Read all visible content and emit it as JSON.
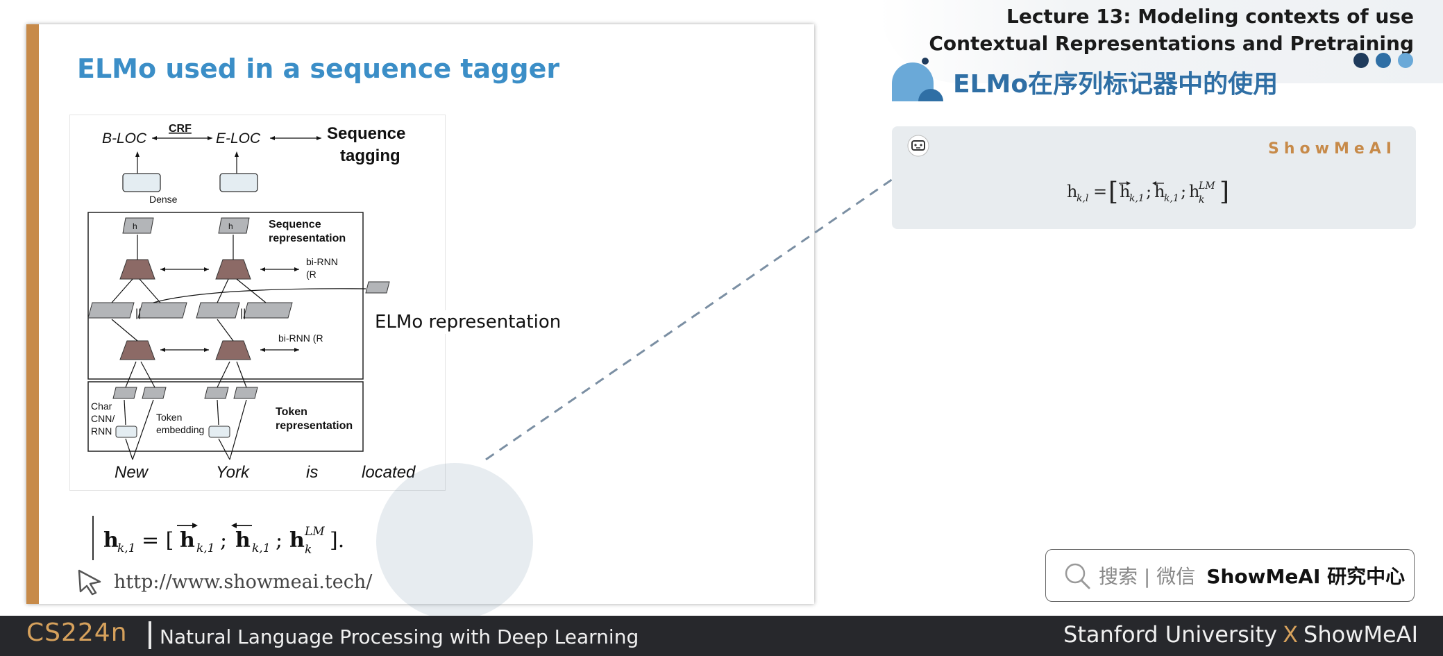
{
  "header": {
    "lecture_title": "Lecture 13:  Modeling contexts of use Contextual Representations and Pretraining",
    "section_title": "ELMo在序列标记器中的使用",
    "dot_colors": [
      "#1f3b5c",
      "#2f6fa5",
      "#6aa9d8"
    ]
  },
  "slide": {
    "title": "ELMo used in a sequence tagger",
    "elmo_label": "ELMo representation",
    "formula": "h_{k,1} = [→h_{k,1}; ←h_{k,1}; h_k^{LM}].",
    "url": "http://www.showmeai.tech/",
    "accent_color": "#c78a49",
    "title_color": "#3b8ec7"
  },
  "diagram": {
    "tags": [
      "B-LOC",
      "E-LOC"
    ],
    "crf": "CRF",
    "seq_tagging": [
      "Sequence",
      "tagging"
    ],
    "dense": "Dense",
    "seq_repr": [
      "Sequence",
      "representation"
    ],
    "birnn2": "bi-RNN",
    "r2": "(R",
    "birnn1": "bi-RNN (R",
    "token_repr": [
      "Token",
      "representation"
    ],
    "char_cnn": [
      "Char",
      "CNN/",
      "RNN"
    ],
    "token_emb": [
      "Token",
      "embedding"
    ],
    "hidden_labels": [
      "h",
      "h"
    ],
    "words": [
      "New",
      "York",
      "is",
      "located"
    ]
  },
  "card": {
    "brand": "ShowMeAI",
    "formula_main": "h",
    "formula_display": "h_{k,l} = [→h_{k,1}; ←h_{k,1}; h_k^{LM}]"
  },
  "search": {
    "hint": "搜索 | 微信",
    "brand": "ShowMeAI 研究中心"
  },
  "footer": {
    "course": "CS224n",
    "description": "Natural Language Processing with Deep Learning",
    "left_org": "Stanford University",
    "x": "X",
    "right_org": "ShowMeAI"
  }
}
